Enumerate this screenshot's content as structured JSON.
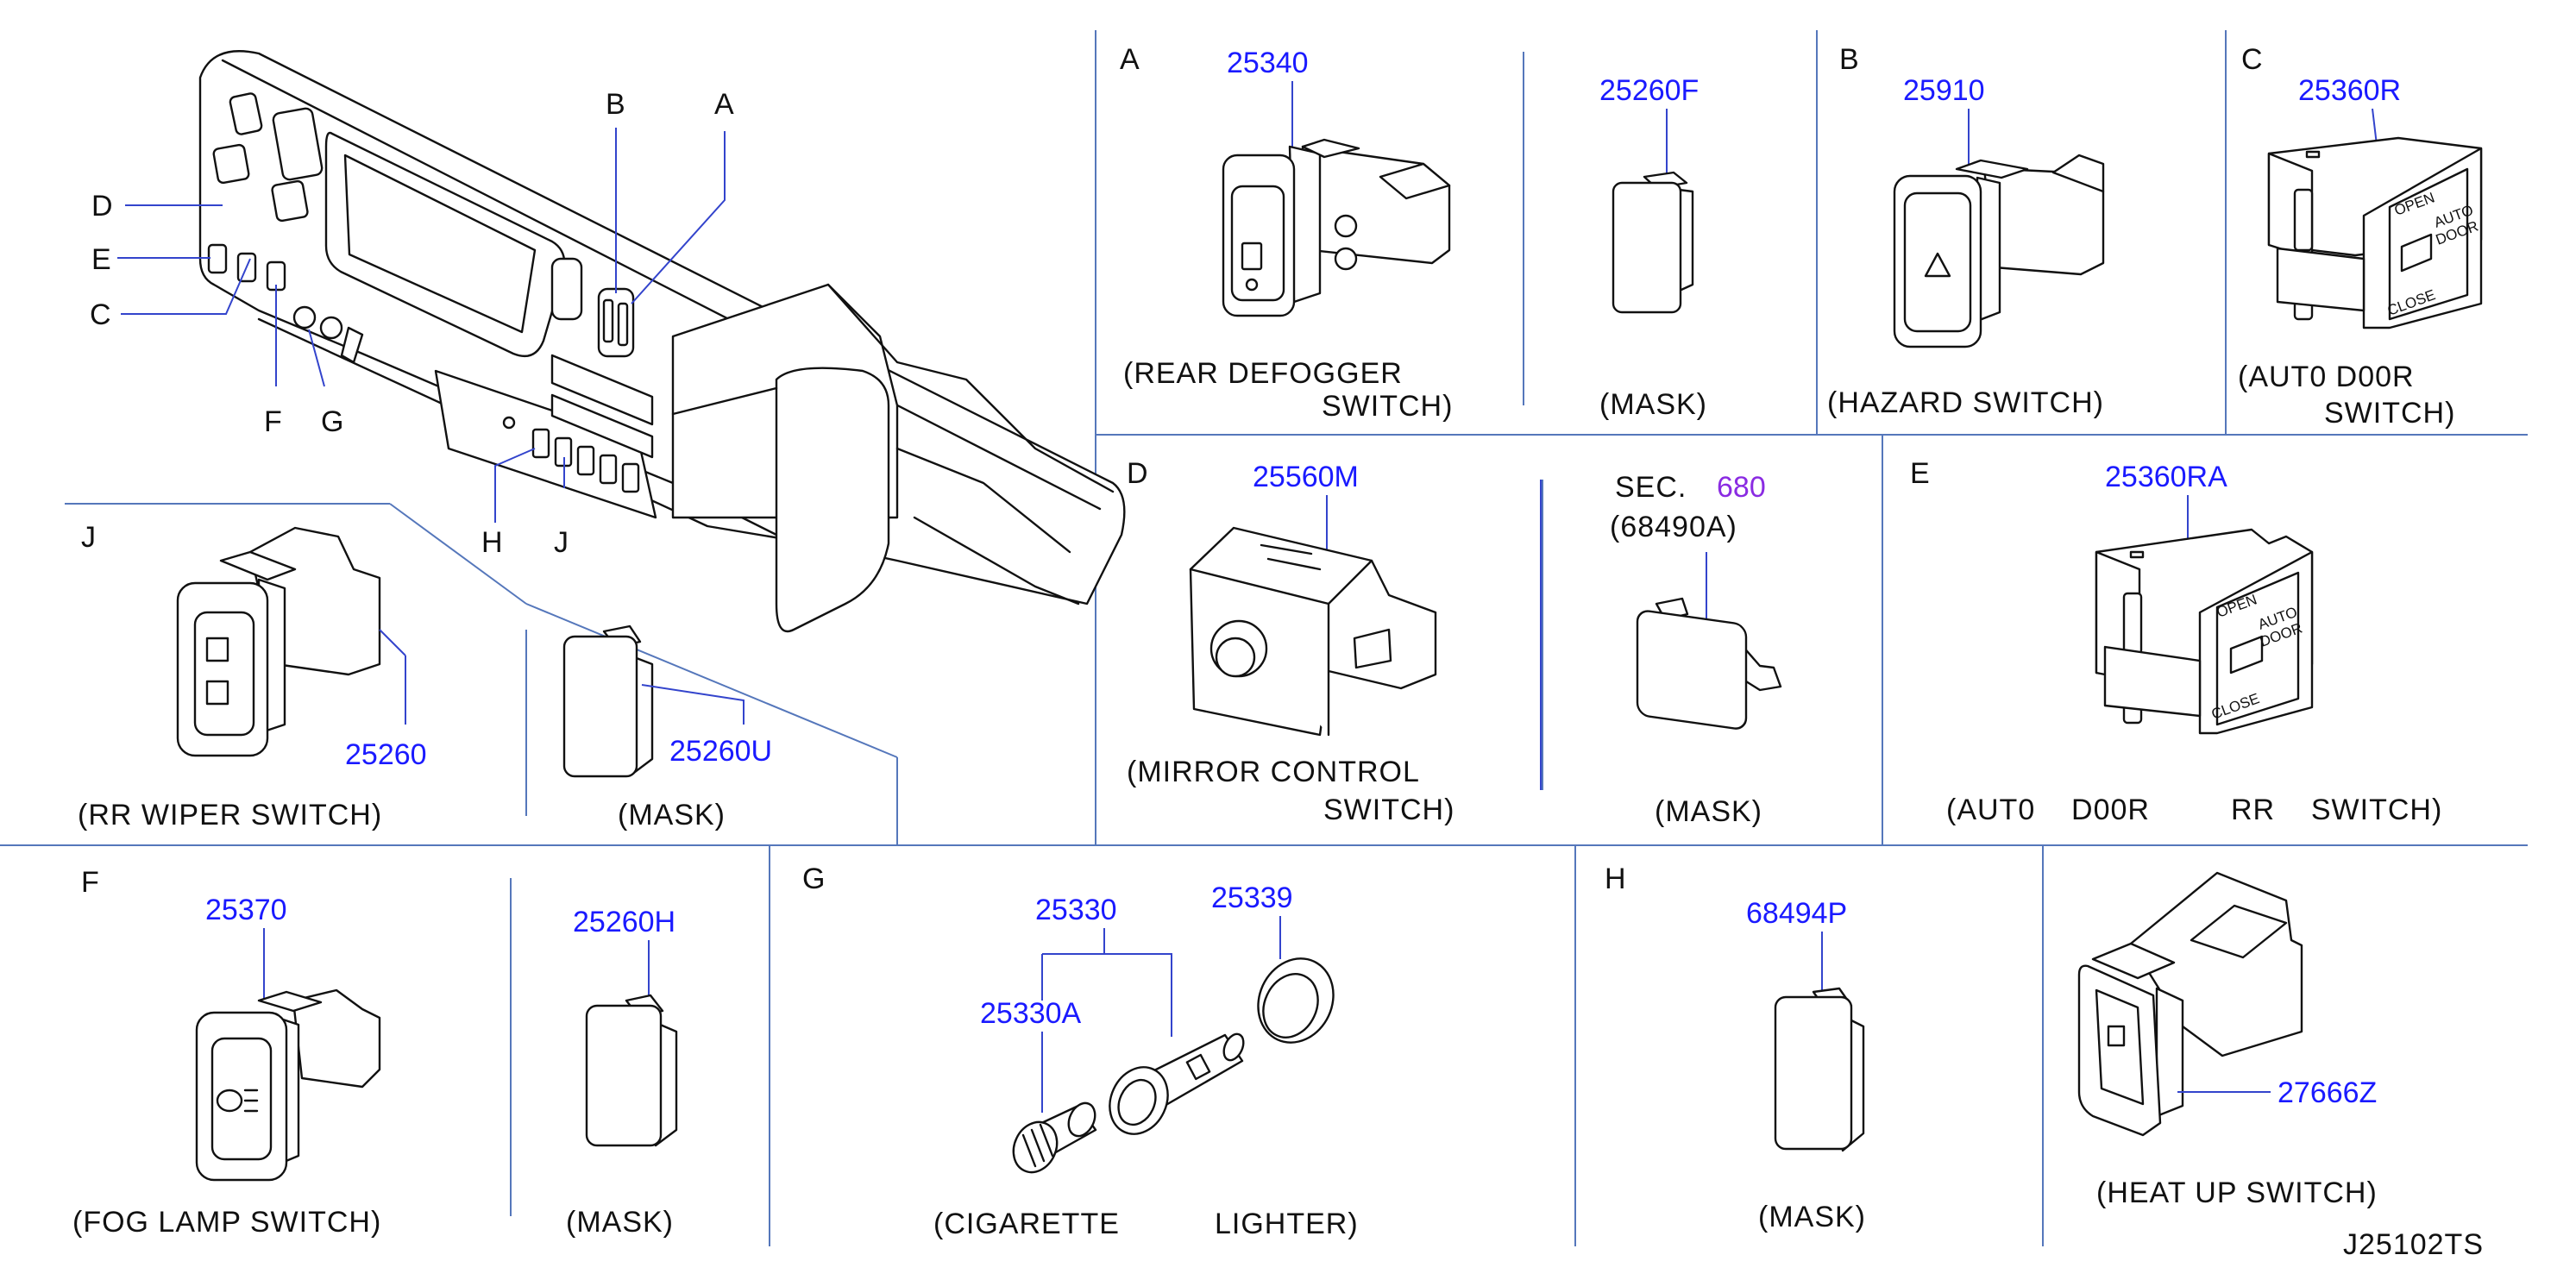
{
  "colors": {
    "part_number": "#1a1aff",
    "section_ref": "#8a2be2",
    "frame": "#5577bb",
    "ink": "#111111"
  },
  "overview": {
    "callouts": [
      "A",
      "B",
      "C",
      "D",
      "E",
      "F",
      "G",
      "H",
      "J"
    ]
  },
  "panels": {
    "A": {
      "letter": "A",
      "parts": [
        "25340",
        "25260F"
      ],
      "captions": [
        "(REAR   DEFOGGER",
        "SWITCH)",
        "(MASK)"
      ]
    },
    "B": {
      "letter": "B",
      "parts": [
        "25910"
      ],
      "captions": [
        "(HAZARD   SWITCH)"
      ]
    },
    "C": {
      "letter": "C",
      "parts": [
        "25360R"
      ],
      "captions": [
        "(AUT0   D00R",
        "SWITCH)"
      ],
      "switch_text": [
        "OPEN",
        "AUTO",
        "DOOR",
        "CLOSE"
      ]
    },
    "D": {
      "letter": "D",
      "parts": [
        "25560M"
      ],
      "captions": [
        "(MIRROR   CONTROL",
        "SWITCH)",
        "(MASK)"
      ],
      "sec_label": "SEC.",
      "sec_number": "680",
      "sec_part": "(68490A)"
    },
    "E": {
      "letter": "E",
      "parts": [
        "25360RA"
      ],
      "captions": [
        "(AUT0    D00R         RR    SWITCH)"
      ],
      "switch_text": [
        "OPEN",
        "AUTO",
        "DOOR",
        "CLOSE"
      ]
    },
    "J": {
      "letter": "J",
      "parts": [
        "25260",
        "25260U"
      ],
      "captions": [
        "(RR   WIPER   SWITCH)",
        "(MASK)"
      ]
    },
    "F": {
      "letter": "F",
      "parts": [
        "25370",
        "25260H"
      ],
      "captions": [
        "(FOG   LAMP   SWITCH)",
        "(MASK)"
      ]
    },
    "G": {
      "letter": "G",
      "parts": [
        "25330",
        "25339",
        "25330A"
      ],
      "captions": [
        "(CIGARETTE",
        "LIGHTER)"
      ]
    },
    "H": {
      "letter": "H",
      "parts": [
        "68494P"
      ],
      "captions": [
        "(MASK)"
      ]
    },
    "K": {
      "parts": [
        "27666Z"
      ],
      "captions": [
        "(HEAT   UP   SWITCH)"
      ]
    }
  },
  "diagram_id": "J25102TS"
}
